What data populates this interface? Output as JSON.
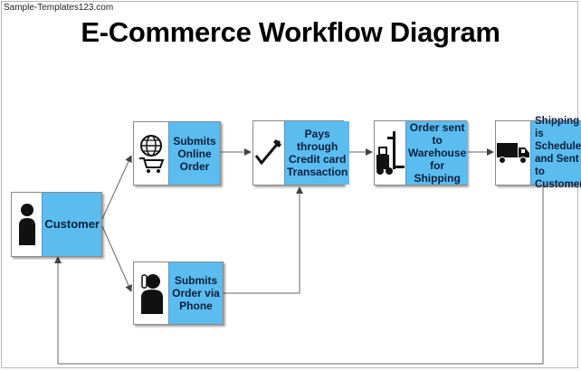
{
  "watermark": "Sample-Templates123.com",
  "title": "E-Commerce Workflow Diagram",
  "nodes": {
    "customer": {
      "label": "Customer",
      "icon": "person-icon"
    },
    "online": {
      "label": "Submits\nOnline\nOrder",
      "icon": "globe-cart-icon"
    },
    "phone": {
      "label": "Submits\nOrder via\nPhone",
      "icon": "person-phone-icon"
    },
    "pay": {
      "label": "Pays\nthrough\nCredit card\nTransaction",
      "icon": "checkmark-pen-icon"
    },
    "warehouse": {
      "label": "Order sent to\nWarehouse\nfor Shipping",
      "icon": "forklift-icon"
    },
    "shipping": {
      "label": "Shipping is\nScheduled\nand Sent to\nCustomer",
      "icon": "truck-icon"
    }
  },
  "colors": {
    "text_cell": "#5bbcef",
    "arrow": "#555555",
    "icon": "#111111"
  }
}
